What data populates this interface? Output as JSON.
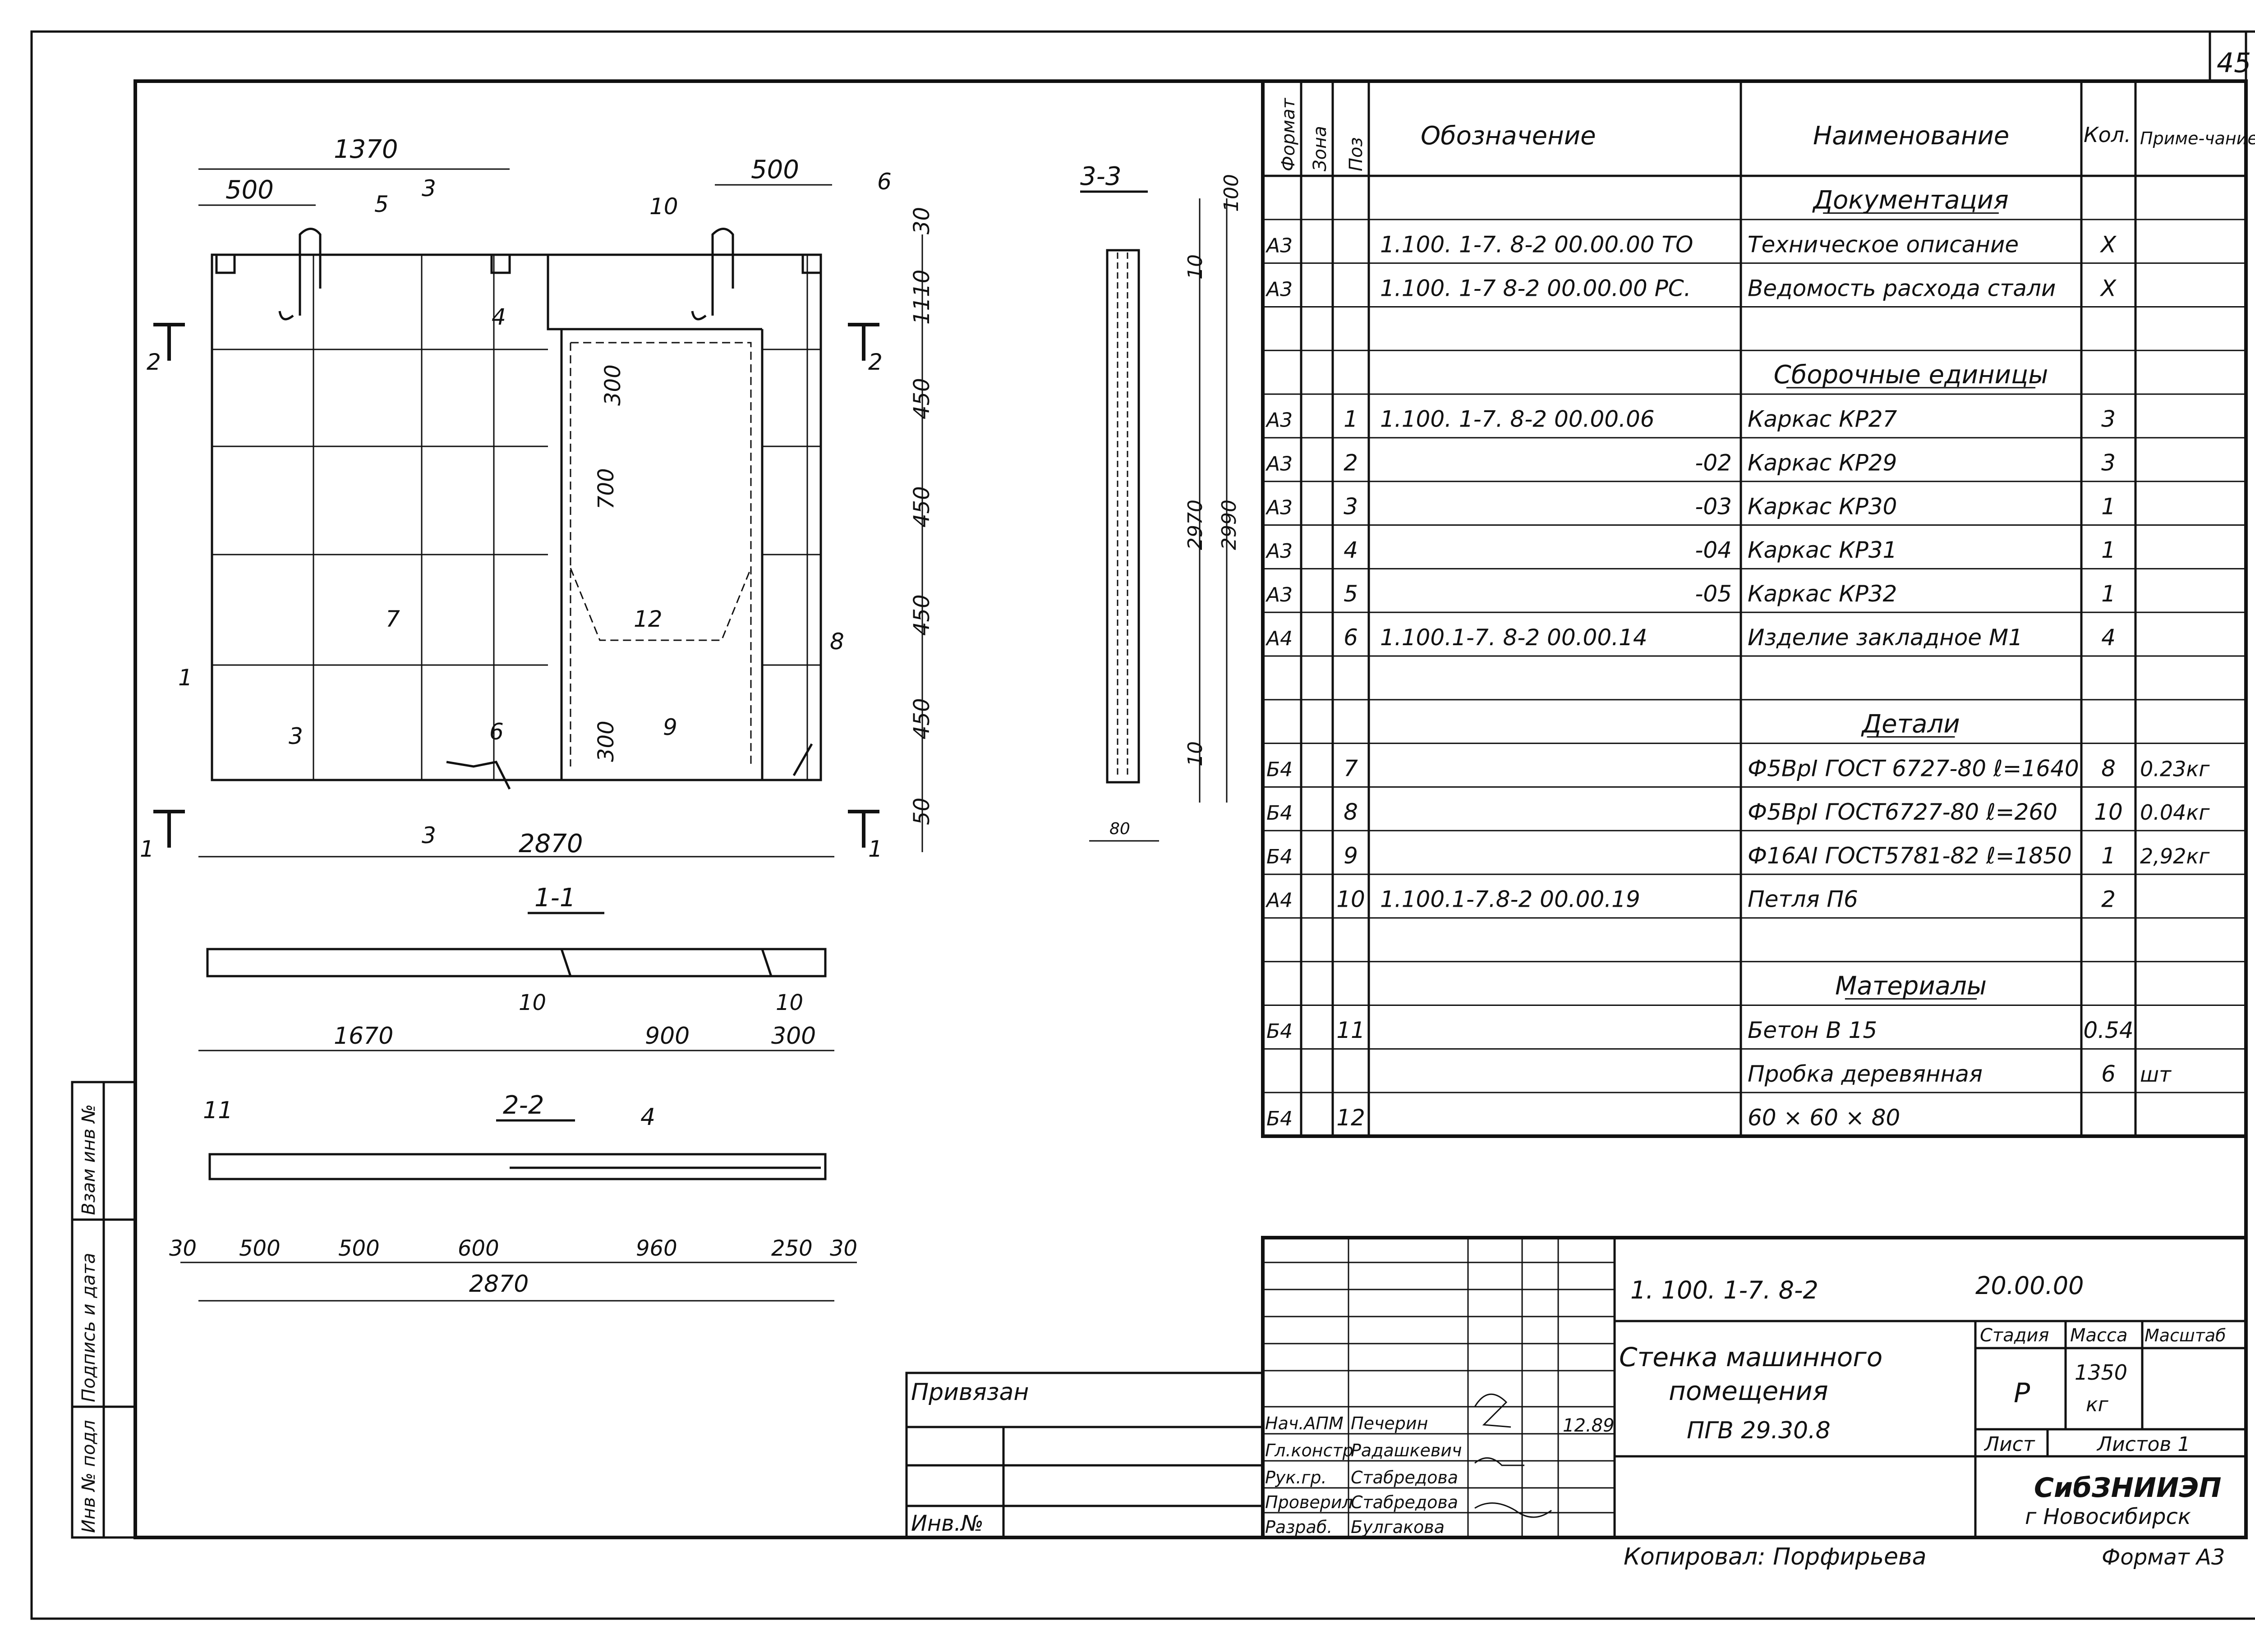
{
  "page_number": "45",
  "spec": {
    "headers": [
      "Формат",
      "Зона",
      "Поз",
      "Обозначение",
      "Наименование",
      "Кол.",
      "Приме-чание"
    ],
    "rows": [
      {
        "fmt": "",
        "zone": "",
        "pos": "",
        "code": "",
        "name": "Документация",
        "qty": "",
        "note": "",
        "section": true
      },
      {
        "fmt": "А3",
        "zone": "",
        "pos": "",
        "code": "1.100. 1-7. 8-2      00.00.00 ТО",
        "name": "Техническое описание",
        "qty": "X",
        "note": ""
      },
      {
        "fmt": "А3",
        "zone": "",
        "pos": "",
        "code": "1.100. 1-7 8-2       00.00.00 РС.",
        "name": "Ведомость расхода стали",
        "qty": "X",
        "note": ""
      },
      {
        "fmt": "",
        "zone": "",
        "pos": "",
        "code": "",
        "name": "",
        "qty": "",
        "note": ""
      },
      {
        "fmt": "",
        "zone": "",
        "pos": "",
        "code": "",
        "name": "Сборочные единицы",
        "qty": "",
        "note": "",
        "section": true
      },
      {
        "fmt": "А3",
        "zone": "",
        "pos": "1",
        "code": "1.100. 1-7. 8-2      00.00.06",
        "name": "Каркас КР27",
        "qty": "3",
        "note": ""
      },
      {
        "fmt": "А3",
        "zone": "",
        "pos": "2",
        "code": "-02",
        "name": "Каркас КР29",
        "qty": "3",
        "note": "",
        "right": true
      },
      {
        "fmt": "А3",
        "zone": "",
        "pos": "3",
        "code": "-03",
        "name": "Каркас КР30",
        "qty": "1",
        "note": "",
        "right": true
      },
      {
        "fmt": "А3",
        "zone": "",
        "pos": "4",
        "code": "-04",
        "name": "Каркас КР31",
        "qty": "1",
        "note": "",
        "right": true
      },
      {
        "fmt": "А3",
        "zone": "",
        "pos": "5",
        "code": "-05",
        "name": "Каркас КР32",
        "qty": "1",
        "note": "",
        "right": true
      },
      {
        "fmt": "А4",
        "zone": "",
        "pos": "6",
        "code": "1.100.1-7. 8-2      00.00.14",
        "name": "Изделие закладное М1",
        "qty": "4",
        "note": ""
      },
      {
        "fmt": "",
        "zone": "",
        "pos": "",
        "code": "",
        "name": "",
        "qty": "",
        "note": ""
      },
      {
        "fmt": "",
        "zone": "",
        "pos": "",
        "code": "",
        "name": "Детали",
        "qty": "",
        "note": "",
        "section": true
      },
      {
        "fmt": "Б4",
        "zone": "",
        "pos": "7",
        "code": "",
        "name": "Ф5ВрI ГОСТ 6727-80 ℓ=1640",
        "qty": "8",
        "note": "0.23кг"
      },
      {
        "fmt": "Б4",
        "zone": "",
        "pos": "8",
        "code": "",
        "name": "Ф5ВрI ГОСТ6727-80 ℓ=260",
        "qty": "10",
        "note": "0.04кг"
      },
      {
        "fmt": "Б4",
        "zone": "",
        "pos": "9",
        "code": "",
        "name": "Ф16АI ГОСТ5781-82 ℓ=1850",
        "qty": "1",
        "note": "2,92кг"
      },
      {
        "fmt": "А4",
        "zone": "",
        "pos": "10",
        "code": "1.100.1-7.8-2      00.00.19",
        "name": "Петля П6",
        "qty": "2",
        "note": ""
      },
      {
        "fmt": "",
        "zone": "",
        "pos": "",
        "code": "",
        "name": "",
        "qty": "",
        "note": ""
      },
      {
        "fmt": "",
        "zone": "",
        "pos": "",
        "code": "",
        "name": "Материалы",
        "qty": "",
        "note": "",
        "section": true
      },
      {
        "fmt": "Б4",
        "zone": "",
        "pos": "11",
        "code": "",
        "name": "Бетон В 15",
        "qty": "0.54",
        "note": ""
      },
      {
        "fmt": "",
        "zone": "",
        "pos": "",
        "code": "",
        "name": "Пробка деревянная",
        "qty": "6",
        "note": "шт"
      },
      {
        "fmt": "Б4",
        "zone": "",
        "pos": "12",
        "code": "",
        "name": "60 × 60 × 80",
        "qty": "",
        "note": ""
      }
    ]
  },
  "title_block": {
    "doc_code": "1. 100. 1-7. 8-2",
    "doc_suffix": "20.00.00",
    "title_line1": "Стенка машинного",
    "title_line2": "помещения",
    "title_line3": "ПГВ 29.30.8",
    "stage_label": "Стадия",
    "mass_label": "Масса",
    "scale_label": "Масштаб",
    "stage_value": "Р",
    "mass_value": "1350",
    "mass_unit": "кг",
    "sheet_label": "Лист",
    "sheets_label": "Листов 1",
    "org_name": "СибЗНИИЭП",
    "org_city": "г Новосибирск",
    "date": "12.89",
    "roles": [
      {
        "role": "Нач.АПМ",
        "name": "Печерин"
      },
      {
        "role": "Гл.констр",
        "name": "Радашкевич"
      },
      {
        "role": "Рук.гр.",
        "name": "Стабредова"
      },
      {
        "role": "Проверил",
        "name": "Стабредова"
      },
      {
        "role": "Разраб.",
        "name": "Булгакова"
      }
    ],
    "bound_label": "Привязан",
    "inv_label": "Инв.№",
    "copied_by": "Копировал: Порфирьева",
    "format": "Формат А3"
  },
  "side_stamp": [
    "Инв № подл",
    "Подпись и дата",
    "Взам инв №"
  ],
  "drawing": {
    "front": {
      "dims_top": [
        "1370",
        "500",
        "500"
      ],
      "dims_right": [
        "30",
        "1110",
        "450",
        "450",
        "450",
        "450",
        "50"
      ],
      "dims_inner": [
        "300",
        "700",
        "300"
      ],
      "dim_bottom": "2870",
      "positions": [
        "5",
        "3",
        "10",
        "6",
        "4",
        "2",
        "2",
        "7",
        "12",
        "1",
        "8",
        "3",
        "6",
        "9",
        "1",
        "1",
        "3"
      ]
    },
    "section_33": {
      "title": "3-3",
      "dims": [
        "100",
        "10",
        "2970",
        "2990",
        "10",
        "80"
      ]
    },
    "section_11": {
      "title": "1-1",
      "dims": [
        "1670",
        "10",
        "900",
        "10",
        "300"
      ]
    },
    "section_22": {
      "title": "2-2",
      "dims": [
        "30",
        "500",
        "500",
        "600",
        "960",
        "250",
        "30"
      ],
      "total": "2870",
      "labels": [
        "11",
        "4"
      ]
    }
  }
}
